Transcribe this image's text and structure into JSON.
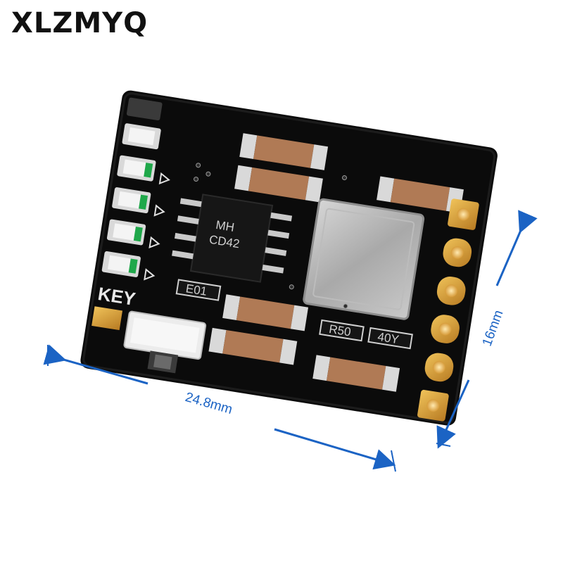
{
  "brand": {
    "text": "XLZMYQ"
  },
  "dimensions": {
    "width_label": "24.8mm",
    "height_label": "16mm",
    "color": "#1b63c4"
  },
  "board": {
    "silkscreen_key": "KEY",
    "ic_marking_line1": "MH",
    "ic_marking_line2": "CD42",
    "resistor_1": "E01",
    "resistor_2": "R50",
    "resistor_3": "40Y",
    "colors": {
      "pcb": "#0b0b0b",
      "pad_gold": "#c8922f",
      "capacitor_body": "#b07a55",
      "capacitor_end": "#d9d9d9",
      "inductor": "#b9b9b9",
      "led_green": "#1fa84a"
    }
  },
  "icons": {
    "arrow": "dimension-arrow",
    "led": "led-indicator"
  }
}
